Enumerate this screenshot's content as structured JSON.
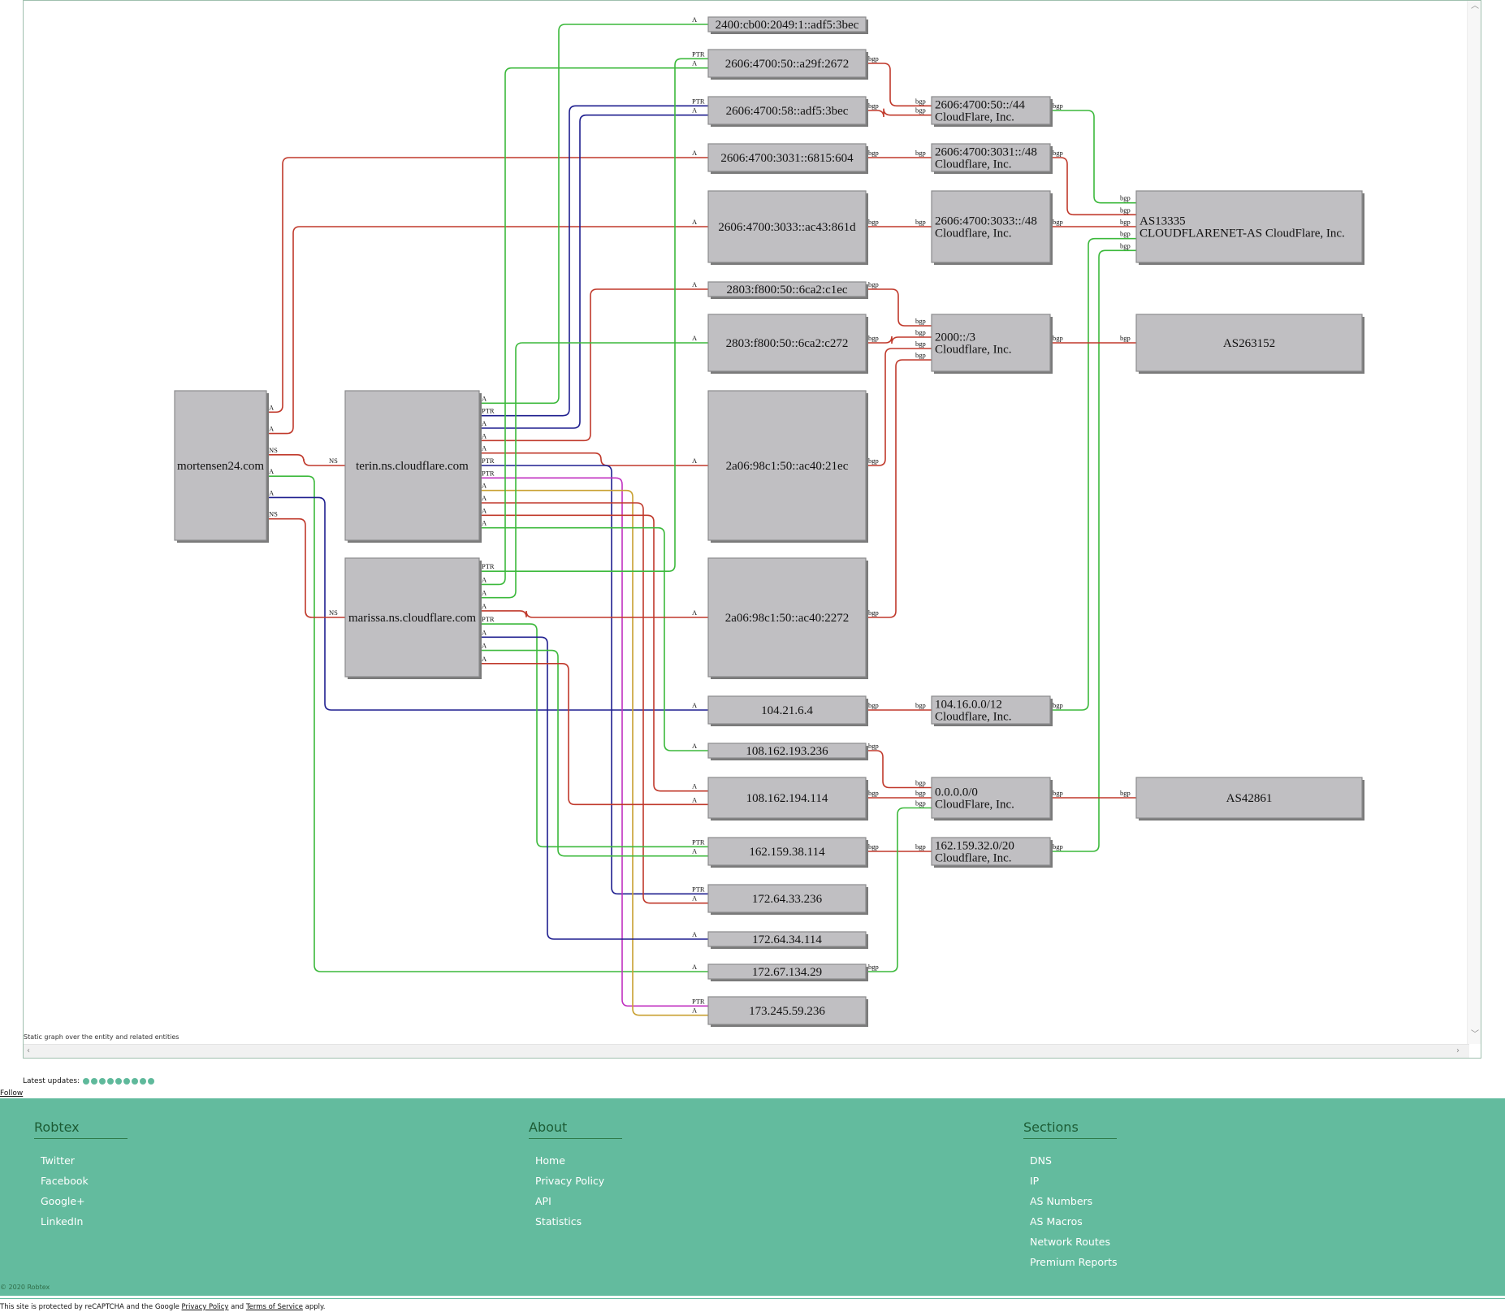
{
  "graph": {
    "caption": "Static graph over the entity and related entities",
    "nodes": [
      {
        "id": "mortensen24",
        "label": [
          "mortensen24.com"
        ]
      },
      {
        "id": "terin",
        "label": [
          "terin.ns.cloudflare.com"
        ]
      },
      {
        "id": "marissa",
        "label": [
          "marissa.ns.cloudflare.com"
        ]
      },
      {
        "id": "ip_2400",
        "label": [
          "2400:cb00:2049:1::adf5:3bec"
        ]
      },
      {
        "id": "ip_a29f",
        "label": [
          "2606:4700:50::a29f:2672"
        ]
      },
      {
        "id": "ip_adf5",
        "label": [
          "2606:4700:58::adf5:3bec"
        ]
      },
      {
        "id": "ip_6815",
        "label": [
          "2606:4700:3031::6815:604"
        ]
      },
      {
        "id": "ip_ac43",
        "label": [
          "2606:4700:3033::ac43:861d"
        ]
      },
      {
        "id": "ip_c1ec",
        "label": [
          "2803:f800:50::6ca2:c1ec"
        ]
      },
      {
        "id": "ip_c272",
        "label": [
          "2803:f800:50::6ca2:c272"
        ]
      },
      {
        "id": "ip_21ec",
        "label": [
          "2a06:98c1:50::ac40:21ec"
        ]
      },
      {
        "id": "ip_2272",
        "label": [
          "2a06:98c1:50::ac40:2272"
        ]
      },
      {
        "id": "ip_104",
        "label": [
          "104.21.6.4"
        ]
      },
      {
        "id": "ip_108a",
        "label": [
          "108.162.193.236"
        ]
      },
      {
        "id": "ip_108b",
        "label": [
          "108.162.194.114"
        ]
      },
      {
        "id": "ip_162",
        "label": [
          "162.159.38.114"
        ]
      },
      {
        "id": "ip_172a",
        "label": [
          "172.64.33.236"
        ]
      },
      {
        "id": "ip_172b",
        "label": [
          "172.64.34.114"
        ]
      },
      {
        "id": "ip_172c",
        "label": [
          "172.67.134.29"
        ]
      },
      {
        "id": "ip_173",
        "label": [
          "173.245.59.236"
        ]
      },
      {
        "id": "net_50",
        "label": [
          "2606:4700:50::/44",
          "CloudFlare, Inc."
        ]
      },
      {
        "id": "net_3031",
        "label": [
          "2606:4700:3031::/48",
          "Cloudflare, Inc."
        ]
      },
      {
        "id": "net_3033",
        "label": [
          "2606:4700:3033::/48",
          "Cloudflare, Inc."
        ]
      },
      {
        "id": "net_2000",
        "label": [
          "2000::/3",
          "Cloudflare, Inc."
        ]
      },
      {
        "id": "net_104",
        "label": [
          "104.16.0.0/12",
          "Cloudflare, Inc."
        ]
      },
      {
        "id": "net_0",
        "label": [
          "0.0.0.0/0",
          "CloudFlare, Inc."
        ]
      },
      {
        "id": "net_162",
        "label": [
          "162.159.32.0/20",
          "Cloudflare, Inc."
        ]
      },
      {
        "id": "as13335",
        "label": [
          "AS13335",
          "CLOUDFLARENET-AS CloudFlare, Inc."
        ]
      },
      {
        "id": "as263152",
        "label": [
          "AS263152"
        ]
      },
      {
        "id": "as42861",
        "label": [
          "AS42861"
        ]
      }
    ],
    "edges": [
      {
        "from": "mortensen24",
        "to": "ip_6815",
        "label": "A",
        "color": "#c0392b"
      },
      {
        "from": "mortensen24",
        "to": "ip_ac43",
        "label": "A",
        "color": "#c0392b"
      },
      {
        "from": "mortensen24",
        "to": "terin",
        "label": "NS",
        "color": "#c0392b"
      },
      {
        "from": "mortensen24",
        "to": "ip_172c",
        "label": "A",
        "color": "#3cb93c"
      },
      {
        "from": "mortensen24",
        "to": "ip_104",
        "label": "A",
        "color": "#1f1f8f"
      },
      {
        "from": "mortensen24",
        "to": "marissa",
        "label": "NS",
        "color": "#c0392b"
      },
      {
        "from": "terin",
        "to": "ip_2400",
        "label": "A",
        "color": "#3cb93c"
      },
      {
        "from": "terin",
        "to": "ip_adf5",
        "label": "PTR",
        "color": "#1f1f8f"
      },
      {
        "from": "terin",
        "to": "ip_adf5",
        "label": "A",
        "color": "#1f1f8f"
      },
      {
        "from": "terin",
        "to": "ip_c1ec",
        "label": "A",
        "color": "#c0392b"
      },
      {
        "from": "terin",
        "to": "ip_21ec",
        "label": "A",
        "color": "#c0392b"
      },
      {
        "from": "terin",
        "to": "ip_172a",
        "label": "PTR",
        "color": "#1f1f8f"
      },
      {
        "from": "terin",
        "to": "ip_173",
        "label": "PTR",
        "color": "#c030c0"
      },
      {
        "from": "terin",
        "to": "ip_173",
        "label": "A",
        "color": "#c8a030"
      },
      {
        "from": "terin",
        "to": "ip_172a",
        "label": "A",
        "color": "#c0392b"
      },
      {
        "from": "terin",
        "to": "ip_108b",
        "label": "A",
        "color": "#c0392b"
      },
      {
        "from": "terin",
        "to": "ip_108a",
        "label": "A",
        "color": "#3cb93c"
      },
      {
        "from": "marissa",
        "to": "ip_a29f",
        "label": "PTR",
        "color": "#3cb93c"
      },
      {
        "from": "marissa",
        "to": "ip_a29f",
        "label": "A",
        "color": "#3cb93c"
      },
      {
        "from": "marissa",
        "to": "ip_c272",
        "label": "A",
        "color": "#3cb93c"
      },
      {
        "from": "marissa",
        "to": "ip_2272",
        "label": "A",
        "color": "#c0392b"
      },
      {
        "from": "marissa",
        "to": "ip_162",
        "label": "PTR",
        "color": "#3cb93c"
      },
      {
        "from": "marissa",
        "to": "ip_172b",
        "label": "A",
        "color": "#1f1f8f"
      },
      {
        "from": "marissa",
        "to": "ip_162",
        "label": "A",
        "color": "#3cb93c"
      },
      {
        "from": "marissa",
        "to": "ip_108b",
        "label": "A",
        "color": "#c0392b"
      },
      {
        "from": "ip_a29f",
        "to": "net_50",
        "label": "bgp",
        "color": "#c0392b"
      },
      {
        "from": "ip_adf5",
        "to": "net_50",
        "label": "bgp",
        "color": "#c0392b"
      },
      {
        "from": "ip_6815",
        "to": "net_3031",
        "label": "bgp",
        "color": "#c0392b"
      },
      {
        "from": "ip_ac43",
        "to": "net_3033",
        "label": "bgp",
        "color": "#c0392b"
      },
      {
        "from": "ip_c1ec",
        "to": "net_2000",
        "label": "bgp",
        "color": "#c0392b"
      },
      {
        "from": "ip_c272",
        "to": "net_2000",
        "label": "bgp",
        "color": "#c0392b"
      },
      {
        "from": "ip_21ec",
        "to": "net_2000",
        "label": "bgp",
        "color": "#c0392b"
      },
      {
        "from": "ip_2272",
        "to": "net_2000",
        "label": "bgp",
        "color": "#c0392b"
      },
      {
        "from": "ip_104",
        "to": "net_104",
        "label": "bgp",
        "color": "#c0392b"
      },
      {
        "from": "ip_108a",
        "to": "net_0",
        "label": "bgp",
        "color": "#c0392b"
      },
      {
        "from": "ip_108b",
        "to": "net_0",
        "label": "bgp",
        "color": "#c0392b"
      },
      {
        "from": "ip_162",
        "to": "net_162",
        "label": "bgp",
        "color": "#c0392b"
      },
      {
        "from": "ip_172c",
        "to": "net_0",
        "label": "bgp",
        "color": "#3cb93c"
      },
      {
        "from": "net_50",
        "to": "as13335",
        "label": "bgp",
        "color": "#3cb93c"
      },
      {
        "from": "net_3031",
        "to": "as13335",
        "label": "bgp",
        "color": "#c0392b"
      },
      {
        "from": "net_3033",
        "to": "as13335",
        "label": "bgp",
        "color": "#c0392b"
      },
      {
        "from": "net_104",
        "to": "as13335",
        "label": "bgp",
        "color": "#3cb93c"
      },
      {
        "from": "net_162",
        "to": "as13335",
        "label": "bgp",
        "color": "#3cb93c"
      },
      {
        "from": "net_2000",
        "to": "as263152",
        "label": "bgp",
        "color": "#c0392b"
      },
      {
        "from": "net_0",
        "to": "as42861",
        "label": "bgp",
        "color": "#c0392b"
      }
    ]
  },
  "updates": {
    "label": "Latest updates:",
    "count": 9
  },
  "follow_label": "Follow",
  "footer": {
    "columns": [
      {
        "title": "Robtex",
        "links": [
          "Twitter",
          "Facebook",
          "Google+",
          "LinkedIn"
        ]
      },
      {
        "title": "About",
        "links": [
          "Home",
          "Privacy Policy",
          "API",
          "Statistics"
        ]
      },
      {
        "title": "Sections",
        "links": [
          "DNS",
          "IP",
          "AS Numbers",
          "AS Macros",
          "Network Routes",
          "Premium Reports"
        ]
      }
    ],
    "copyright": "© 2020 Robtex",
    "recaptcha": {
      "prefix": "This site is protected by reCAPTCHA and the Google",
      "privacy": "Privacy Policy",
      "and": "and",
      "terms": "Terms of Service",
      "suffix": "apply."
    }
  }
}
